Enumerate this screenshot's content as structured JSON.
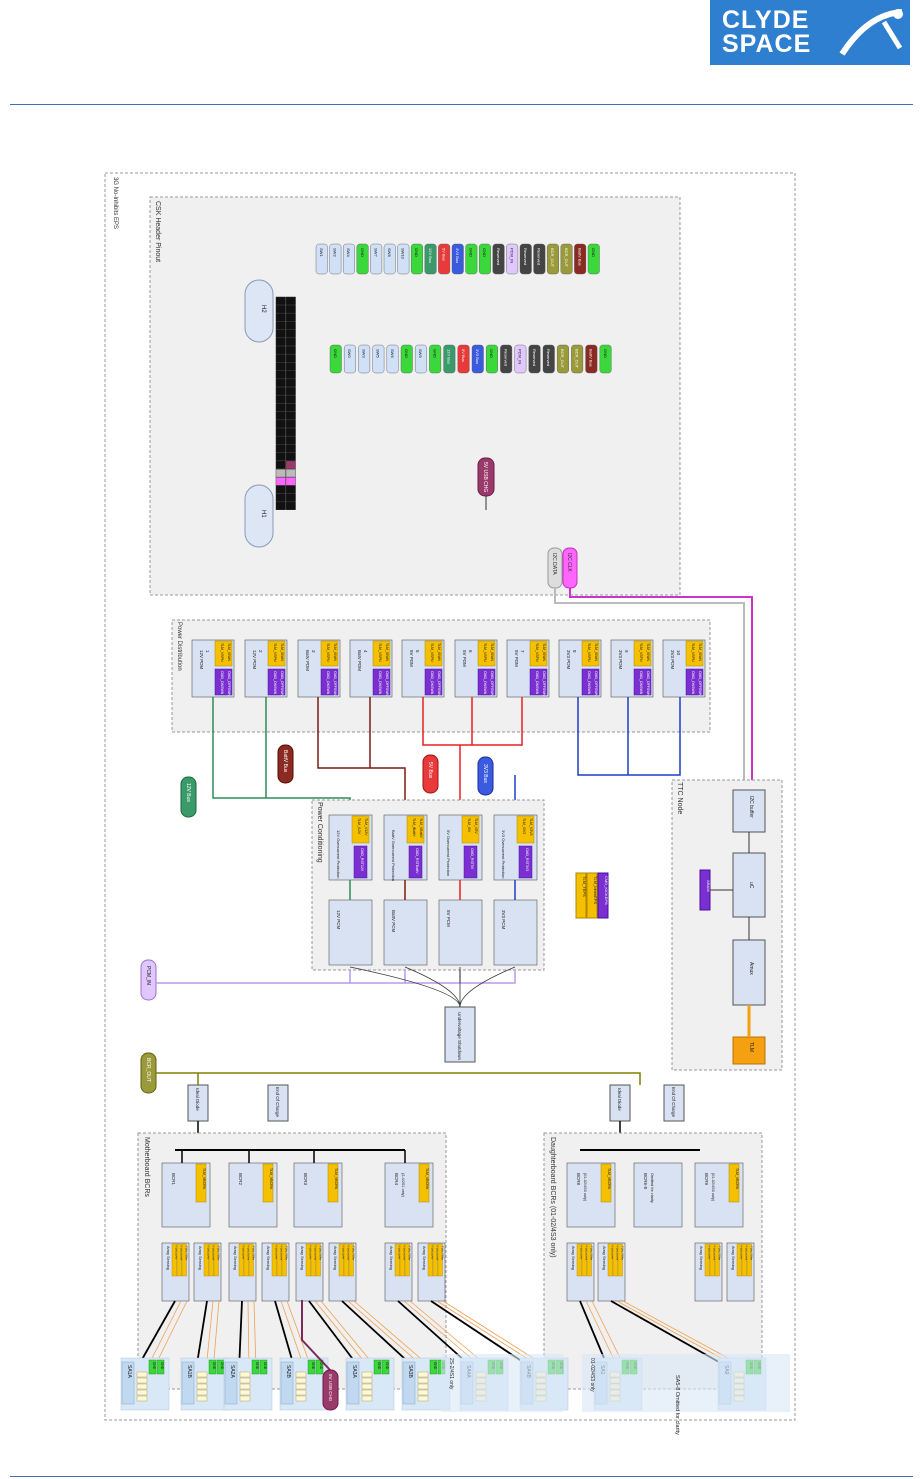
{
  "logo": {
    "line1": "CLYDE",
    "line2": "SPACE"
  },
  "diagram": {
    "outer_title": "3G No-Inhibits EPS",
    "sections": {
      "csk": "CSK Header Pinout",
      "power_dist": "Power Distribution",
      "power_cond": "Power Conditioning",
      "ttc": "TTC Node",
      "mb_bcr": "Motherboard BCRs",
      "db_bcr": "Daughterboard BCRs (01-02/4S3 only)"
    },
    "headers": {
      "h1": "H1",
      "h2": "H2"
    },
    "h2_left_labels": [
      "GND",
      "SW0",
      "SW3",
      "SW5",
      "SW6",
      "GND",
      "SW9",
      "GND",
      "12V Bus",
      "5V Bus",
      "3V3 Bus",
      "GND",
      "Reserved",
      "PCM_IN",
      "Reserved",
      "Reserved",
      "BCR_OUT",
      "BCR_OUT",
      "BattV Bus",
      "GND"
    ],
    "h2_right_labels": [
      "SW1",
      "SW2",
      "SW4",
      "GND",
      "SW7",
      "SW8",
      "SW10",
      "GND",
      "12V Bus",
      "5V Bus",
      "3V3 Bus",
      "GND",
      "GND",
      "Reserved",
      "PCM_IN",
      "Reserved",
      "Reserved",
      "BCR_OUT",
      "BCR_OUT",
      "BattV Bus",
      "GND"
    ],
    "h1_callouts": {
      "usb": "5V USB CHG",
      "i2c_data": "I2C DATA",
      "i2c_clk": "I2C CLK"
    },
    "pdms": [
      {
        "name": "12V PDM",
        "num": "1"
      },
      {
        "name": "12V PDM",
        "num": "2"
      },
      {
        "name": "BatV PDM",
        "num": "3"
      },
      {
        "name": "BatV PDM",
        "num": "4"
      },
      {
        "name": "5V PDM",
        "num": "5"
      },
      {
        "name": "5V PDM",
        "num": "6"
      },
      {
        "name": "5V PDM",
        "num": "7"
      },
      {
        "name": "3V3 PDM",
        "num": "8"
      },
      {
        "name": "3V3 PDM",
        "num": "9"
      },
      {
        "name": "3V3 PDM",
        "num": "10"
      }
    ],
    "pdm_tlm": [
      "TLM_VSPN",
      "TLM_ISWN"
    ],
    "pdm_cmd": [
      "CMD_ONSWN",
      "CMD_OFFSWN"
    ],
    "buses": {
      "v12": "12V Bus",
      "batt": "BattV Bus",
      "v5": "5V Bus",
      "v3v3": "3V3 Bus"
    },
    "protections": [
      {
        "name": "12V Overcurrent Protection",
        "tlm": [
          "TLM_I12V",
          "TLM_V12V"
        ],
        "cmd": "CMD_RST12V"
      },
      {
        "name": "BattV Overcurrent Protection",
        "tlm": [
          "TLM_IBattV",
          "TLM_VBattV"
        ],
        "cmd": "CMD_RSTBattV"
      },
      {
        "name": "5V Overcurrent Protection",
        "tlm": [
          "TLM_I5V",
          "TLM_V5V"
        ],
        "cmd": "CMD_RST5V"
      },
      {
        "name": "3V3 Overcurrent Protection",
        "tlm": [
          "TLM_I3V3",
          "TLM_V3V3"
        ],
        "cmd": "CMD_RST3V3"
      }
    ],
    "pcms": [
      "12V PCM",
      "BattV PCM",
      "5V PCM",
      "3V3 PCM"
    ],
    "misc_tlm": [
      "TLM_TEPS",
      "TLM_IdrawEPS",
      "CMD_KICKEPS"
    ],
    "ttc_blocks": {
      "buffer": "I2C buffer",
      "uc": "uC",
      "adc": "Amux",
      "sram": "SRAM",
      "tlm": "TLM"
    },
    "pcm_in": "PCM_IN",
    "uv_shutdown": "Undervoltage Shutdown",
    "bcr_out": "BCR_OUT",
    "ideal_diode": "Ideal Diode",
    "eoc": "End Of Charge",
    "mb_bcrs": [
      {
        "name": "BCR1"
      },
      {
        "name": "BCR2"
      },
      {
        "name": "BCR3"
      },
      {
        "name": "BCR4",
        "note": "(2-4/2S1 only)"
      }
    ],
    "db_bcrs": [
      {
        "name": "BCR8",
        "note": "(01-02/4S3 only)"
      },
      {
        "name": "BCR6-8",
        "note": "Omitted for clarity"
      },
      {
        "name": "BCR9",
        "note": "(01-02/4S3 only)"
      }
    ],
    "bcr_tlm": "TLM_VBCRN",
    "array_sensing": "Array Sensing",
    "array_tlm": [
      "TLM_ISAx",
      "TLM_VSAx",
      "TLM_TSAx"
    ],
    "solar_arrays": [
      "SA1A",
      "SA1B",
      "SA2A",
      "SA2B",
      "SA3A",
      "SA3B",
      "SA4A",
      "SA4B",
      "SA1",
      "SA9"
    ],
    "sa_omitted": "SA5-8 Omitted for clarity",
    "sa_note_1": "2S-2/4S1 only",
    "sa_note_2": "01-02/4S3 only",
    "usb_chg_bottom": "5V USB CHG",
    "gnd": "GND",
    "colors": {
      "tlm": "#f5c000",
      "cmd": "#7a2fd0",
      "v12": "#2e8b57",
      "batt": "#7a1a12",
      "v5": "#e82020",
      "v3v3": "#1f3fc0",
      "i2c": "#cc33cc",
      "bcr": "#808000"
    }
  }
}
